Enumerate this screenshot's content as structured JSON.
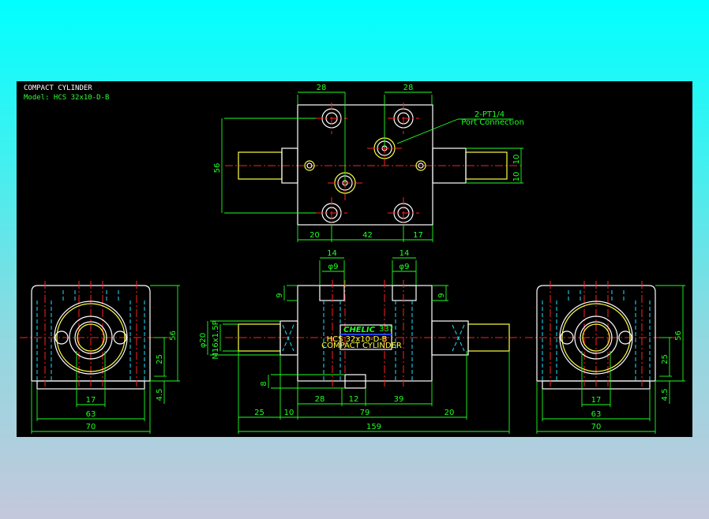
{
  "drawing": {
    "title": "COMPACT CYLINDER",
    "model": "Model: HCS 32x10-D-B",
    "port_label": "2-PT1/4",
    "port_sublabel": "Port Connection",
    "nameplate": {
      "brand": "CHELIC",
      "code": "HCS 32x10-D-B",
      "desc": "COMPACT CYLINDER",
      "mark": "33?"
    },
    "top_view_dims": [
      "28",
      "28",
      "56",
      "20",
      "42",
      "17",
      "10",
      "10"
    ],
    "front_view_dims": [
      "14",
      "φ9",
      "14",
      "φ9",
      "9",
      "9",
      "φ20",
      "M16x1.5P",
      "8",
      "28",
      "12",
      "39",
      "25",
      "10",
      "79",
      "20",
      "159"
    ],
    "left_view_dims": [
      "56",
      "25",
      "4.5",
      "17",
      "63",
      "70"
    ],
    "right_view_dims": [
      "56",
      "25",
      "4.5",
      "17",
      "63",
      "70"
    ]
  },
  "colors": {
    "background_top": "#00ffff",
    "background_bottom": "#c4c8dc",
    "sheet": "#000000",
    "outline": "#ffffff",
    "dimension": "#20ff20",
    "centerline": "#ff2020",
    "hidden": "#20e0ff",
    "thread": "#ffff40",
    "brand": "#20ff20",
    "nameplate_stripe": "#2040ff"
  }
}
